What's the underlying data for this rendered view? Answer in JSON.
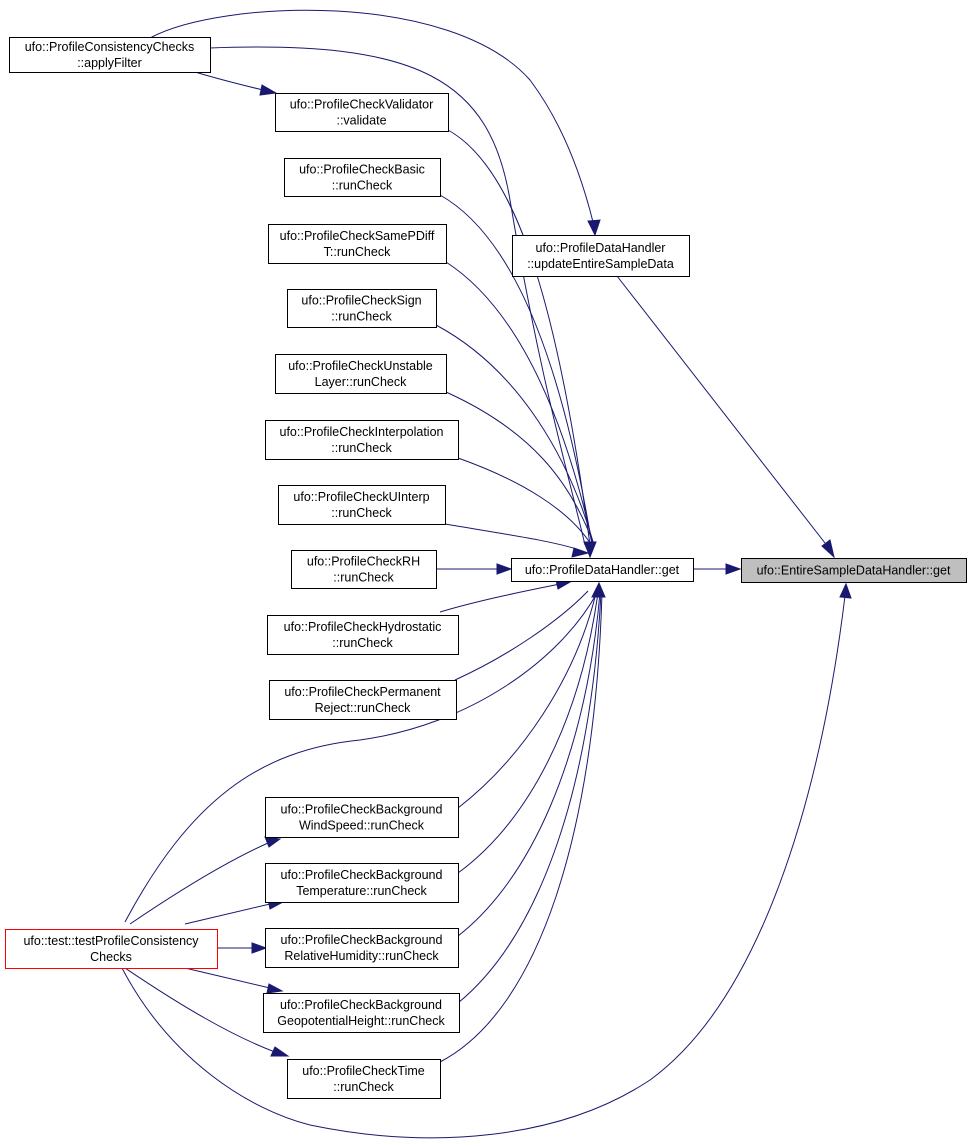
{
  "nodes": {
    "applyFilter": [
      "ufo::ProfileConsistencyChecks",
      "::applyFilter"
    ],
    "validate": [
      "ufo::ProfileCheckValidator",
      "::validate"
    ],
    "basic": [
      "ufo::ProfileCheckBasic",
      "::runCheck"
    ],
    "samePDiffT": [
      "ufo::ProfileCheckSamePDiff",
      "T::runCheck"
    ],
    "sign": [
      "ufo::ProfileCheckSign",
      "::runCheck"
    ],
    "unstable": [
      "ufo::ProfileCheckUnstable",
      "Layer::runCheck"
    ],
    "interp": [
      "ufo::ProfileCheckInterpolation",
      "::runCheck"
    ],
    "uinterp": [
      "ufo::ProfileCheckUInterp",
      "::runCheck"
    ],
    "rh": [
      "ufo::ProfileCheckRH",
      "::runCheck"
    ],
    "hydro": [
      "ufo::ProfileCheckHydrostatic",
      "::runCheck"
    ],
    "permanent": [
      "ufo::ProfileCheckPermanent",
      "Reject::runCheck"
    ],
    "bgWind": [
      "ufo::ProfileCheckBackground",
      "WindSpeed::runCheck"
    ],
    "bgTemp": [
      "ufo::ProfileCheckBackground",
      "Temperature::runCheck"
    ],
    "bgRH": [
      "ufo::ProfileCheckBackground",
      "RelativeHumidity::runCheck"
    ],
    "bgGeo": [
      "ufo::ProfileCheckBackground",
      "GeopotentialHeight::runCheck"
    ],
    "time": [
      "ufo::ProfileCheckTime",
      "::runCheck"
    ],
    "testPCC": [
      "ufo::test::testProfileConsistency",
      "Checks"
    ],
    "update": [
      "ufo::ProfileDataHandler",
      "::updateEntireSampleData"
    ],
    "pdhGet": [
      "ufo::ProfileDataHandler::get"
    ],
    "esdhGet": [
      "ufo::EntireSampleDataHandler::get"
    ]
  },
  "colors": {
    "edge": "#191970",
    "highlight_fill": "#bfbfbf",
    "red_border": "#ff0000"
  }
}
